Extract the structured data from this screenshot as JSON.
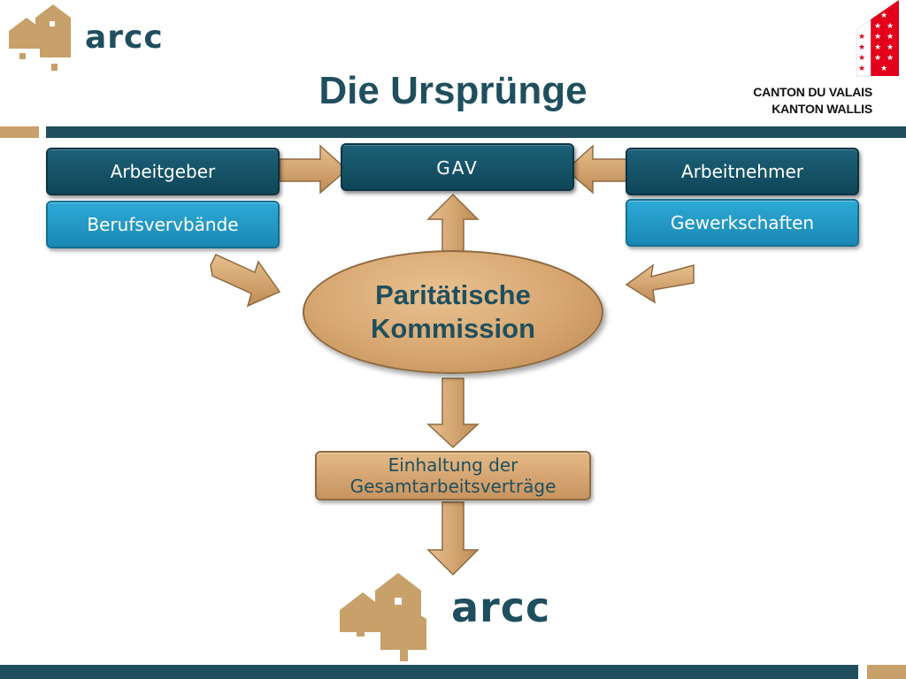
{
  "header": {
    "logo_text": "arcc",
    "title": "Die Ursprünge",
    "canton_line1": "CANTON DU VALAIS",
    "canton_line2": "KANTON WALLIS"
  },
  "diagram": {
    "left_top": "Arbeitgeber",
    "left_bottom": "Berufsvervbände",
    "center_top": "GAV",
    "right_top": "Arbeitnehmer",
    "right_bottom": "Gewerkschaften",
    "commission_line1": "Paritätische",
    "commission_line2": "Kommission",
    "compliance_line1": "Einhaltung der",
    "compliance_line2": "Gesamtarbeitsverträge"
  },
  "footer": {
    "logo_text": "arcc"
  },
  "colors": {
    "dark_teal": "#1f4f5e",
    "tan": "#c8a06a",
    "box_dark": "#0f4558",
    "box_light": "#2196c8",
    "valais_red": "#e2001a"
  }
}
